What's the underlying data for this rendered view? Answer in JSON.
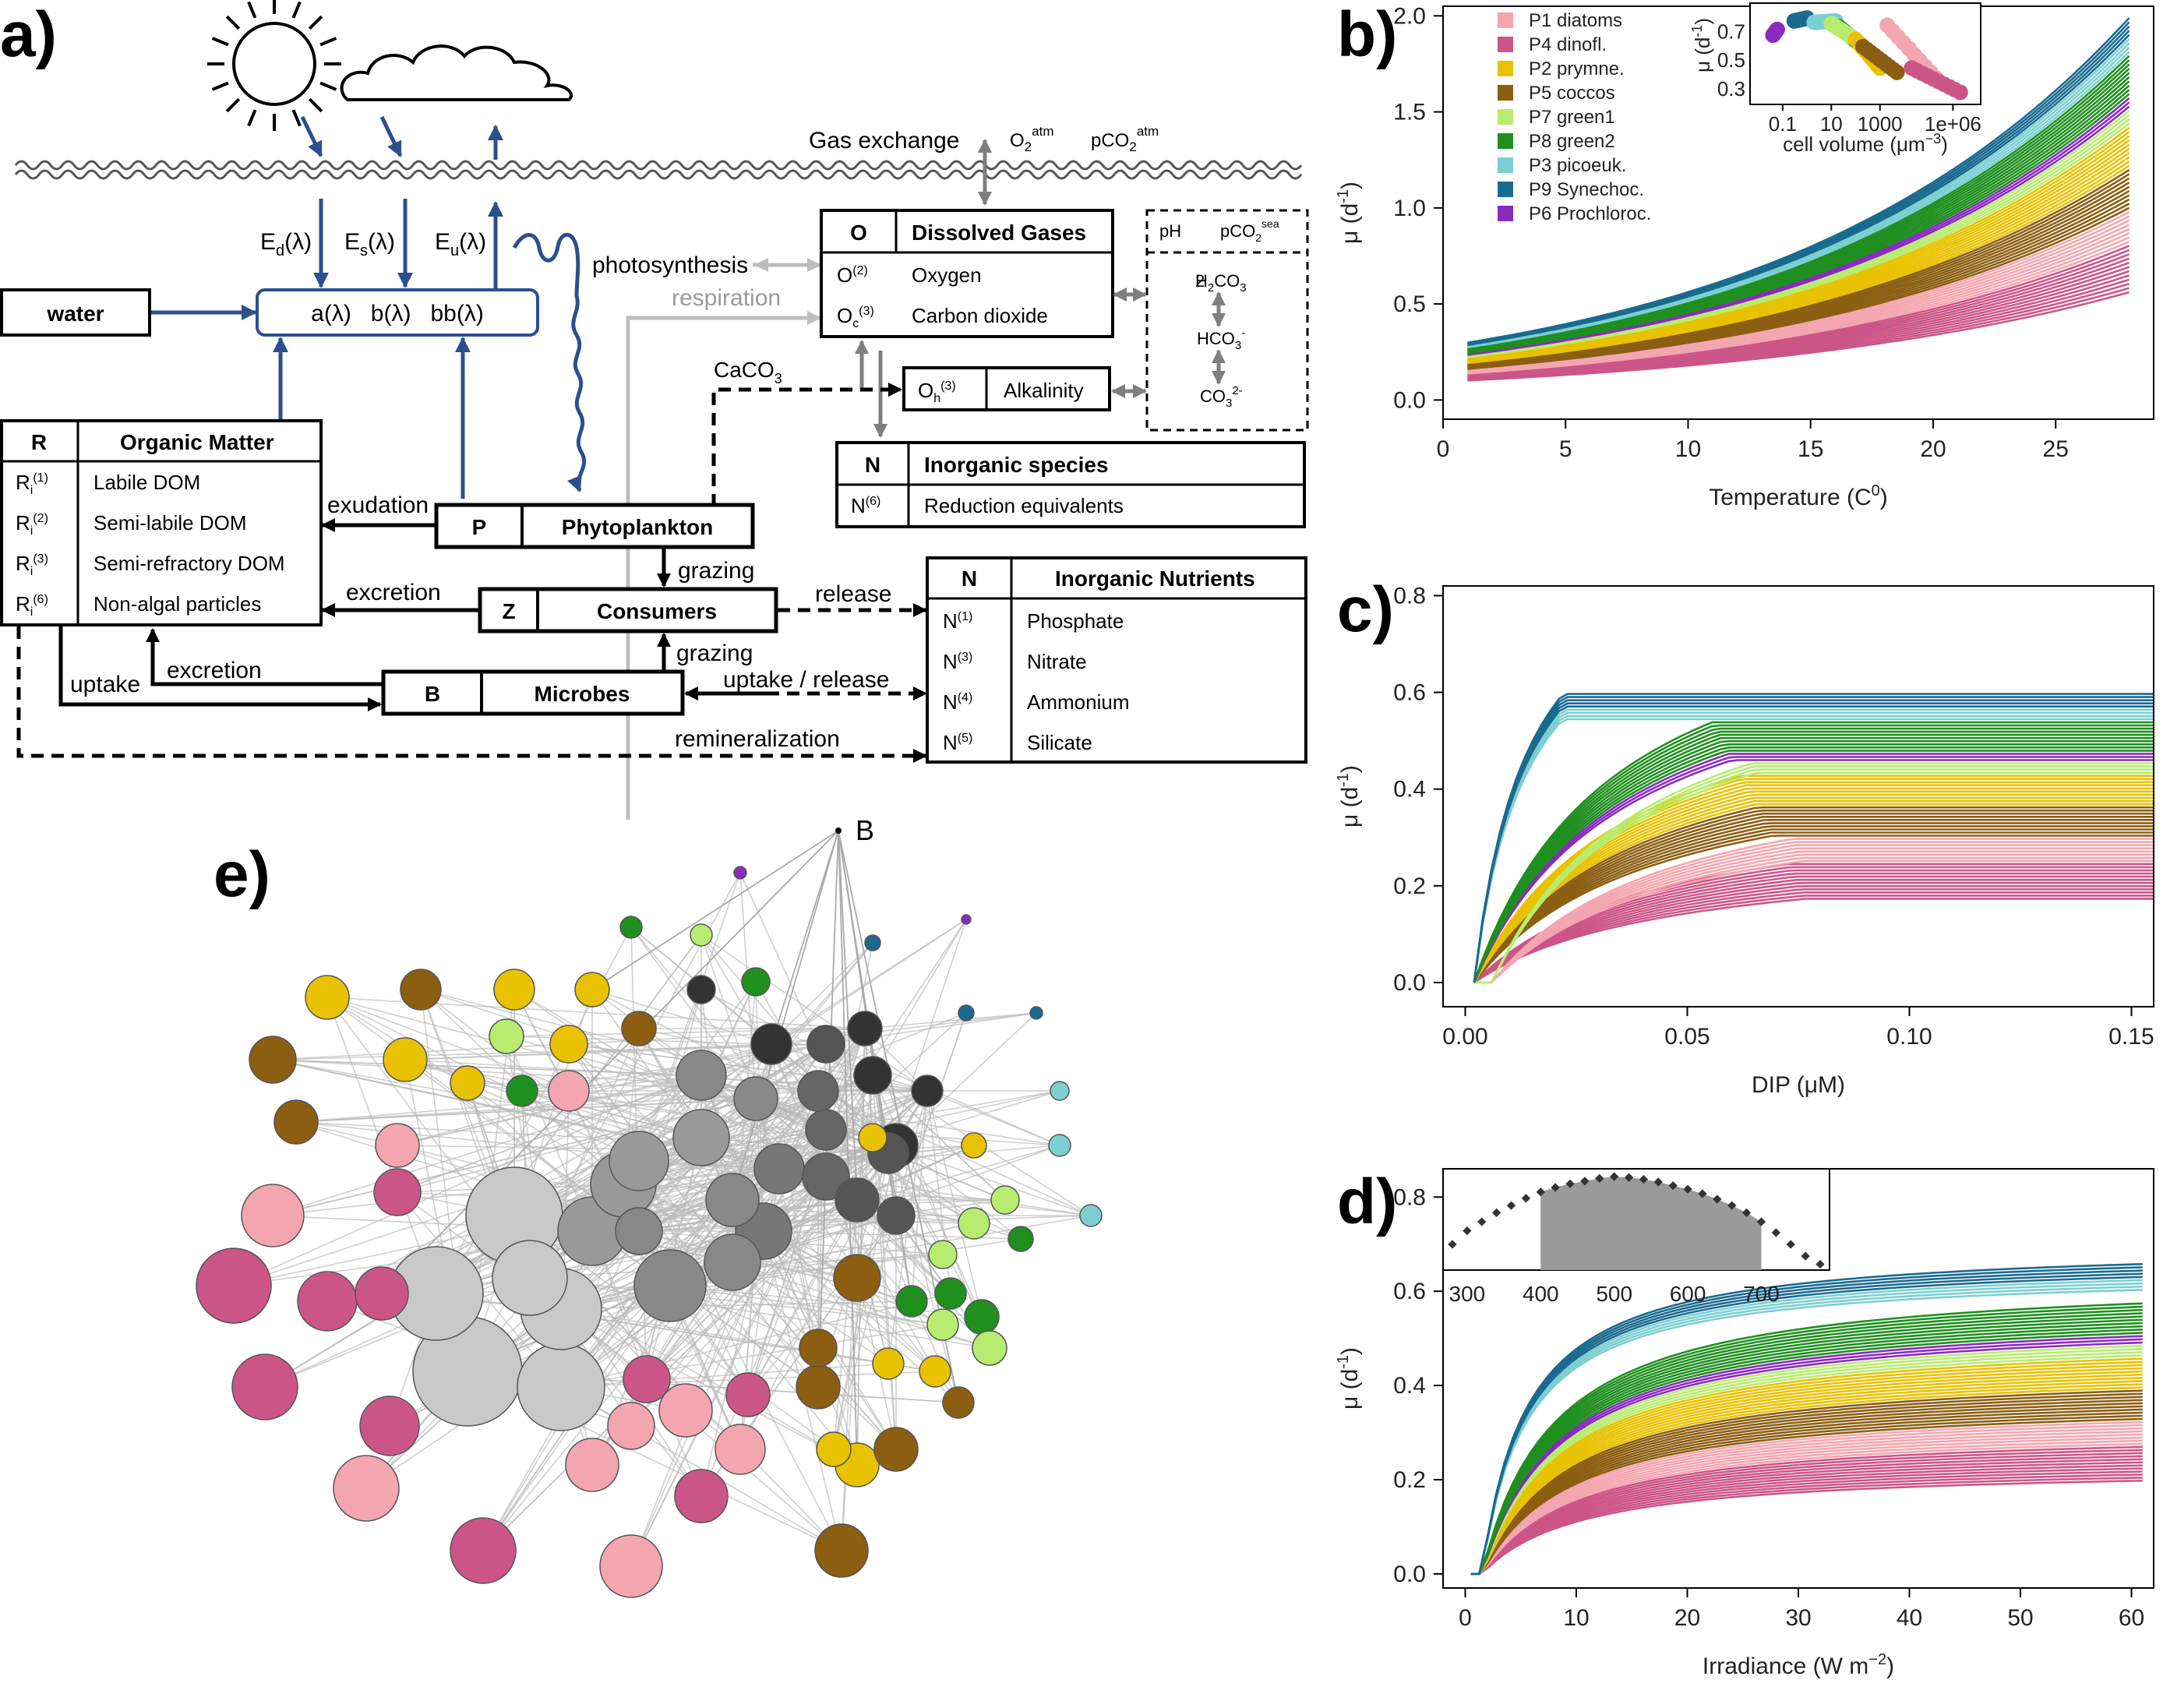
{
  "panels": {
    "a": "a)",
    "b": "b)",
    "c": "c)",
    "d": "d)",
    "e": "e)"
  },
  "diagram": {
    "gas_exchange": "Gas exchange",
    "o2_atm": "O",
    "o2_atm_sub": "2",
    "o2_atm_sup": "atm",
    "pco2_atm": "pCO",
    "pco2_atm_sub": "2",
    "pco2_atm_sup": "atm",
    "ed": "E",
    "ed_sub": "d",
    "ed_tail": "(λ)",
    "es": "E",
    "es_sub": "s",
    "es_tail": "(λ)",
    "eu": "E",
    "eu_sub": "u",
    "eu_tail": "(λ)",
    "water": "water",
    "optics": "a(λ)   b(λ)   bb(λ)",
    "photosynthesis": "photosynthesis",
    "respiration": "respiration",
    "caco3": "CaCO",
    "caco3_sub": "3",
    "dissolved_gases": {
      "key": "O",
      "title": "Dissolved Gases",
      "rows": [
        {
          "sym": "O",
          "sup": "(2)",
          "sub": "",
          "label": "Oxygen"
        },
        {
          "sym": "O",
          "sup": "(3)",
          "sub": "c",
          "label": "Carbon dioxide"
        }
      ]
    },
    "carbonate": {
      "ph": "pH",
      "pco2_sea": "pCO",
      "pco2_sea_sub": "2",
      "pco2_sea_sup": "sea",
      "h2co3": "H",
      "h2co3_a": "2",
      "h2co3_b": "CO",
      "h2co3_c": "3",
      "hco3": "HCO",
      "hco3_sub": "3",
      "hco3_sup": "-",
      "co3": "CO",
      "co3_sub": "3",
      "co3_sup": "2-"
    },
    "alkalinity": {
      "sym": "O",
      "sub": "h",
      "sup": "(3)",
      "label": "Alkalinity"
    },
    "inorganic_species": {
      "key": "N",
      "title": "Inorganic species",
      "rows": [
        {
          "sym": "N",
          "sup": "(6)",
          "label": "Reduction equivalents"
        }
      ]
    },
    "organic_matter": {
      "key": "R",
      "title": "Organic Matter",
      "rows": [
        {
          "sym": "R",
          "sub": "i",
          "sup": "(1)",
          "label": "Labile DOM"
        },
        {
          "sym": "R",
          "sub": "i",
          "sup": "(2)",
          "label": "Semi-labile DOM"
        },
        {
          "sym": "R",
          "sub": "i",
          "sup": "(3)",
          "label": "Semi-refractory DOM"
        },
        {
          "sym": "R",
          "sub": "i",
          "sup": "(6)",
          "label": "Non-algal particles"
        }
      ]
    },
    "phytoplankton": {
      "key": "P",
      "title": "Phytoplankton"
    },
    "consumers": {
      "key": "Z",
      "title": "Consumers"
    },
    "microbes": {
      "key": "B",
      "title": "Microbes"
    },
    "nutrients": {
      "key": "N",
      "title": "Inorganic Nutrients",
      "rows": [
        {
          "sym": "N",
          "sup": "(1)",
          "label": "Phosphate"
        },
        {
          "sym": "N",
          "sup": "(3)",
          "label": "Nitrate"
        },
        {
          "sym": "N",
          "sup": "(4)",
          "label": "Ammonium"
        },
        {
          "sym": "N",
          "sup": "(5)",
          "label": "Silicate"
        }
      ]
    },
    "exudation": "exudation",
    "grazing1": "grazing",
    "grazing2": "grazing",
    "excretion1": "excretion",
    "excretion2": "excretion",
    "release": "release",
    "uptake": "uptake",
    "uptake_release": "uptake / release",
    "remineralization": "remineralization"
  },
  "legend": [
    {
      "name": "P1 diatoms",
      "color": "#f4a6b0"
    },
    {
      "name": "P4 dinofl.",
      "color": "#cc5588"
    },
    {
      "name": "P2 prymne.",
      "color": "#e8c200"
    },
    {
      "name": "P5 coccos",
      "color": "#8b5e12"
    },
    {
      "name": "P7 green1",
      "color": "#b8ec70"
    },
    {
      "name": "P8 green2",
      "color": "#1f8f1f"
    },
    {
      "name": "P3 picoeuk.",
      "color": "#7ccfd0"
    },
    {
      "name": "P9 Synechoc.",
      "color": "#1a6a90"
    },
    {
      "name": "P6 Prochloroc.",
      "color": "#8a2bbf"
    }
  ],
  "chart_data": [
    {
      "panel": "b",
      "type": "line",
      "xlabel": "Temperature (C",
      "xlabel_sup": "0",
      "xlabel_tail": ")",
      "ylabel": "μ (d",
      "ylabel_sup": "-1",
      "ylabel_tail": ")",
      "xlim": [
        0,
        29
      ],
      "ylim": [
        -0.1,
        2.05
      ],
      "xticks": [
        "0",
        "5",
        "10",
        "15",
        "20",
        "25"
      ],
      "yticks": [
        "0.0",
        "0.5",
        "1.0",
        "1.5",
        "2.0"
      ],
      "model": "exponential",
      "x_start": 1,
      "x_end": 28,
      "group_order": [
        "P4 dinofl.",
        "P1 diatoms",
        "P5 coccos",
        "P2 prymne.",
        "P7 green1",
        "P6 Prochloroc.",
        "P8 green2",
        "P3 picoeuk.",
        "P9 Synechoc."
      ],
      "y_at_start_range": [
        0.1,
        0.3
      ],
      "y_at_end_range": [
        0.55,
        2.0
      ],
      "inset": {
        "xlabel": "cell volume (μm",
        "xlabel_sup": "−3",
        "xlabel_tail": ")",
        "ylabel": "μ (d",
        "ylabel_sup": "-1",
        "ylabel_tail": ")",
        "xticks": [
          "0.1",
          "10",
          "1000",
          "1e+06"
        ],
        "yticks": [
          "0.3",
          "0.5",
          "0.7"
        ],
        "points": [
          {
            "group": "P6 Prochloroc.",
            "x": [
              0.04,
              0.06
            ],
            "y": [
              0.68,
              0.72
            ]
          },
          {
            "group": "P9 Synechoc.",
            "x": [
              0.3,
              1.0
            ],
            "y": [
              0.78,
              0.8
            ]
          },
          {
            "group": "P3 picoeuk.",
            "x": [
              2,
              15
            ],
            "y": [
              0.77,
              0.78
            ]
          },
          {
            "group": "P8 green2",
            "x": [
              20,
              200
            ],
            "y": [
              0.74,
              0.6
            ]
          },
          {
            "group": "P7 green1",
            "x": [
              10,
              100
            ],
            "y": [
              0.76,
              0.65
            ]
          },
          {
            "group": "P2 prymne.",
            "x": [
              100,
              1000
            ],
            "y": [
              0.65,
              0.45
            ]
          },
          {
            "group": "P5 coccos",
            "x": [
              200,
              5000
            ],
            "y": [
              0.6,
              0.42
            ]
          },
          {
            "group": "P1 diatoms",
            "x": [
              2000,
              200000
            ],
            "y": [
              0.75,
              0.38
            ]
          },
          {
            "group": "P4 dinofl.",
            "x": [
              20000,
              2000000
            ],
            "y": [
              0.45,
              0.28
            ]
          }
        ]
      }
    },
    {
      "panel": "c",
      "type": "line",
      "xlabel": "DIP (μM)",
      "ylabel": "μ (d",
      "ylabel_sup": "-1",
      "ylabel_tail": ")",
      "xlim": [
        -0.005,
        0.155
      ],
      "ylim": [
        -0.05,
        0.82
      ],
      "xticks": [
        "0.00",
        "0.05",
        "0.10",
        "0.15"
      ],
      "yticks": [
        "0.0",
        "0.2",
        "0.4",
        "0.6",
        "0.8"
      ],
      "model": "saturating",
      "max_range": [
        0.17,
        0.6
      ],
      "half_saturation_range": [
        0.008,
        0.03
      ]
    },
    {
      "panel": "d",
      "type": "line",
      "xlabel": "Irradiance (W m",
      "xlabel_sup": "−2",
      "xlabel_tail": ")",
      "ylabel": "μ (d",
      "ylabel_sup": "-1",
      "ylabel_tail": ")",
      "xlim": [
        -2,
        62
      ],
      "ylim": [
        -0.03,
        0.86
      ],
      "xticks": [
        "0",
        "10",
        "20",
        "30",
        "40",
        "50",
        "60"
      ],
      "yticks": [
        "0.0",
        "0.2",
        "0.4",
        "0.6",
        "0.8"
      ],
      "model": "saturating",
      "max_range": [
        0.2,
        0.63
      ],
      "inset": {
        "type": "area",
        "xticks": [
          "300",
          "400",
          "500",
          "600",
          "700"
        ],
        "x": [
          280,
          300,
          320,
          340,
          360,
          380,
          400,
          420,
          440,
          460,
          480,
          500,
          520,
          540,
          560,
          580,
          600,
          620,
          640,
          660,
          680,
          700,
          720,
          740,
          760,
          780
        ],
        "y": [
          0.25,
          0.4,
          0.5,
          0.6,
          0.68,
          0.76,
          0.83,
          0.88,
          0.92,
          0.95,
          0.98,
          1.0,
          0.99,
          0.97,
          0.94,
          0.9,
          0.86,
          0.81,
          0.75,
          0.68,
          0.6,
          0.5,
          0.38,
          0.25,
          0.12,
          0.03
        ],
        "fill_range": [
          400,
          700
        ]
      }
    },
    {
      "panel": "e",
      "type": "network",
      "label": "B"
    }
  ]
}
